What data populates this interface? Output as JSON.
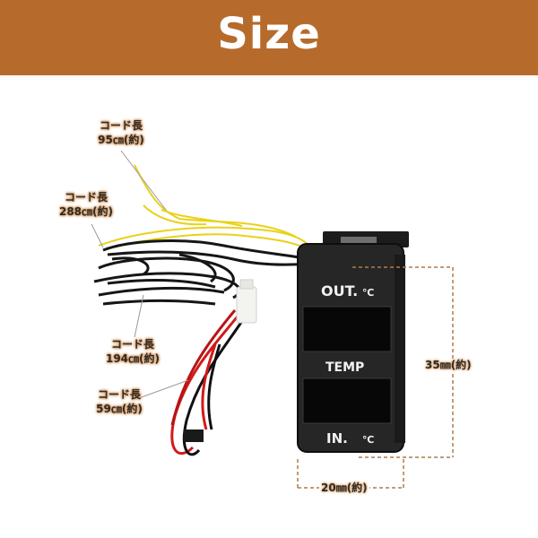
{
  "banner": {
    "title": "Size"
  },
  "cords": [
    {
      "line1": "コード長",
      "line2": "95㎝(約)"
    },
    {
      "line1": "コード長",
      "line2": "288㎝(約)"
    },
    {
      "line1": "コード長",
      "line2": "194㎝(約)"
    },
    {
      "line1": "コード長",
      "line2": "59㎝(約)"
    }
  ],
  "dimensions": {
    "height": "35㎜(約)",
    "width": "20㎜(約)"
  },
  "device": {
    "out_label": "OUT.",
    "temp_label": "TEMP",
    "in_label": "IN.",
    "unit": "℃"
  },
  "colors": {
    "banner": "#b66b2c",
    "label_glow": "#d08a4a",
    "dimension_line": "#b07a4a"
  }
}
